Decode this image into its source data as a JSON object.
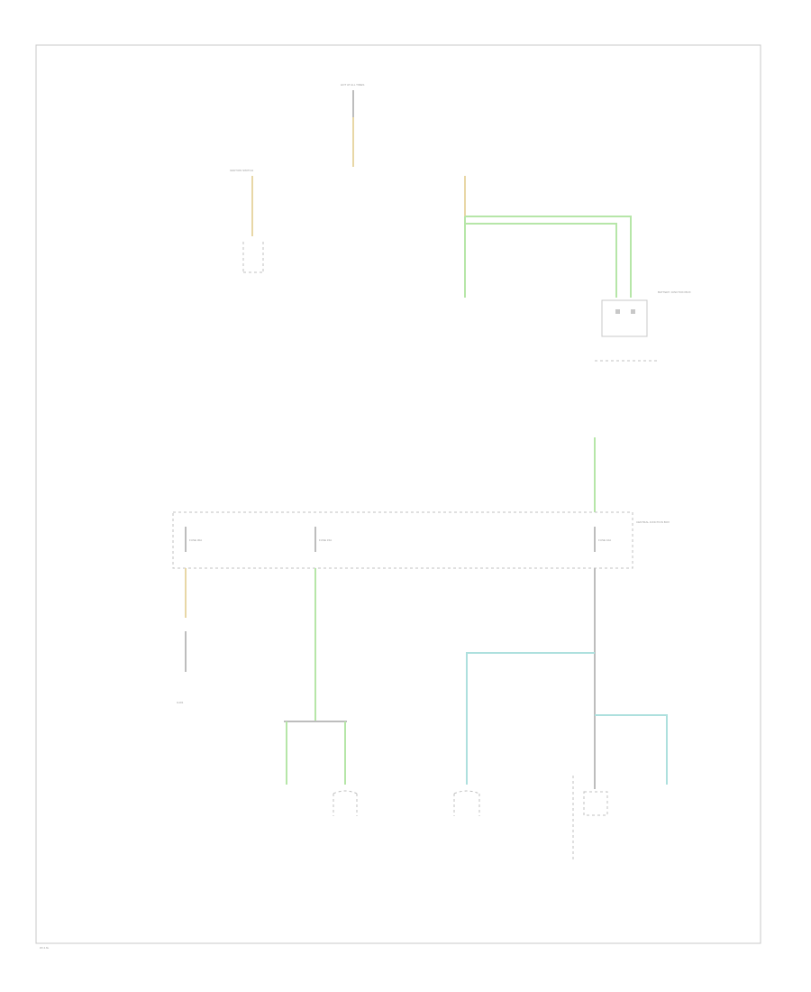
{
  "diagram": {
    "labels": {
      "hot_at_all_times": "HOT AT ALL TIMES",
      "ignition_switch": "IGNITION SWITCH",
      "fuse_30a": "FUSE 30A",
      "fuse_15a": "FUSE 15A",
      "fuse_10a": "FUSE 10A",
      "central_junction_box": "CENTRAL JUNCTION BOX",
      "battery_junction_box": "BATTERY JUNCTION BOX",
      "ground": "G101",
      "footnote": "W/ 4.6L"
    }
  }
}
